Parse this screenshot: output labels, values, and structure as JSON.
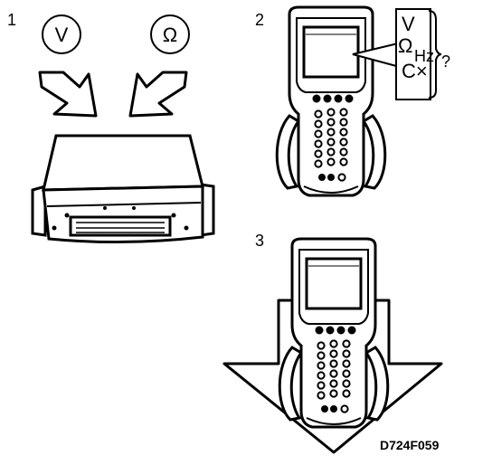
{
  "steps": [
    {
      "number": "1",
      "symbols": {
        "volt": "V",
        "ohm": "Ω"
      }
    },
    {
      "number": "2",
      "callout": {
        "line1": "V",
        "line2a": "Ω",
        "line2b": "Hz",
        "line3": "C×",
        "question": "?"
      }
    },
    {
      "number": "3"
    }
  ],
  "figure_code": "D724F059",
  "colors": {
    "ink": "#000000",
    "paper": "#ffffff"
  },
  "icons": [
    "down-right-arrow-icon",
    "down-left-arrow-icon",
    "down-arrow-icon",
    "ecu-module-icon",
    "scan-tool-icon"
  ]
}
